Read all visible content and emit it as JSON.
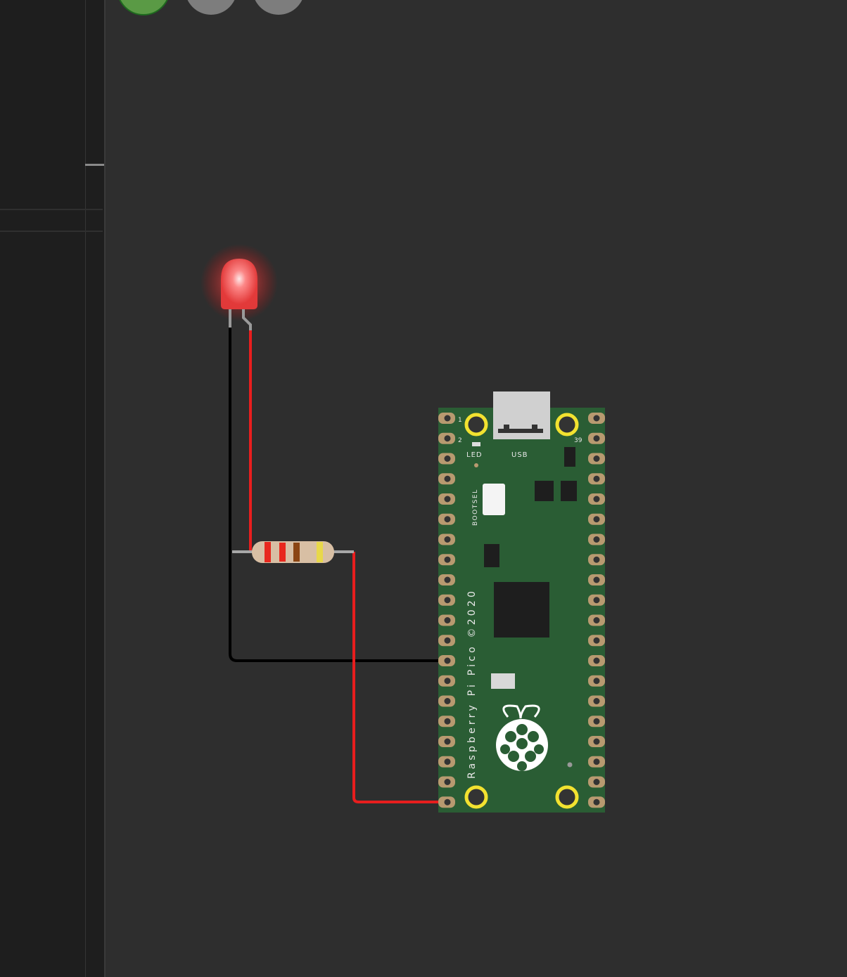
{
  "window_controls": [
    {
      "name": "run",
      "color": "#5a9a45"
    },
    {
      "name": "control-2",
      "color": "#7d7d7d"
    },
    {
      "name": "control-3",
      "color": "#7d7d7d"
    }
  ],
  "board": {
    "name": "Raspberry Pi Pico",
    "silk_text": "Raspberry Pi Pico ©2020",
    "pin1": "1",
    "pin2": "2",
    "pin39": "39",
    "led_label": "LED",
    "usb_label": "USB",
    "bootsel_label": "BOOTSEL",
    "color": "#2a5d34"
  },
  "led": {
    "color": "red",
    "state": "on"
  },
  "resistor": {
    "bands": [
      "#e8281e",
      "#e8281e",
      "#8b4513",
      "#e8d84a"
    ]
  },
  "wires": [
    {
      "color": "#000000"
    },
    {
      "color": "#e81e1e"
    }
  ]
}
